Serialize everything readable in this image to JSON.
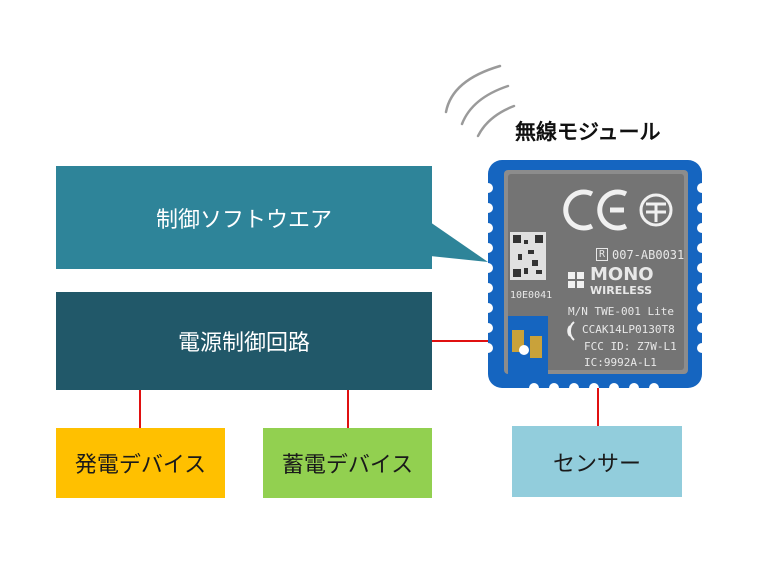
{
  "labels": {
    "wireless_module": "無線モジュール",
    "control_software": "制御ソフトウエア",
    "power_circuit": "電源制御回路",
    "power_generation_device": "発電デバイス",
    "power_storage_device": "蓄電デバイス",
    "sensor": "センサー"
  },
  "module_markings": {
    "cert": "R",
    "cert_code": "007-AB0031",
    "brand_top": "MONO",
    "brand_bottom": "WIRELESS",
    "model": "M/N TWE-001 Lite",
    "ccak": "CCAK14LP0130T8",
    "fcc": "FCC ID: Z7W-L1",
    "ic": "IC:9992A-L1",
    "lot": "10E0041"
  },
  "colors": {
    "control_software": "#2e8499",
    "power_circuit": "#215869",
    "power_generation": "#ffc000",
    "power_storage": "#92d050",
    "sensor": "#92cddc",
    "connector": "#e01010",
    "pcb": "#1565c0"
  }
}
